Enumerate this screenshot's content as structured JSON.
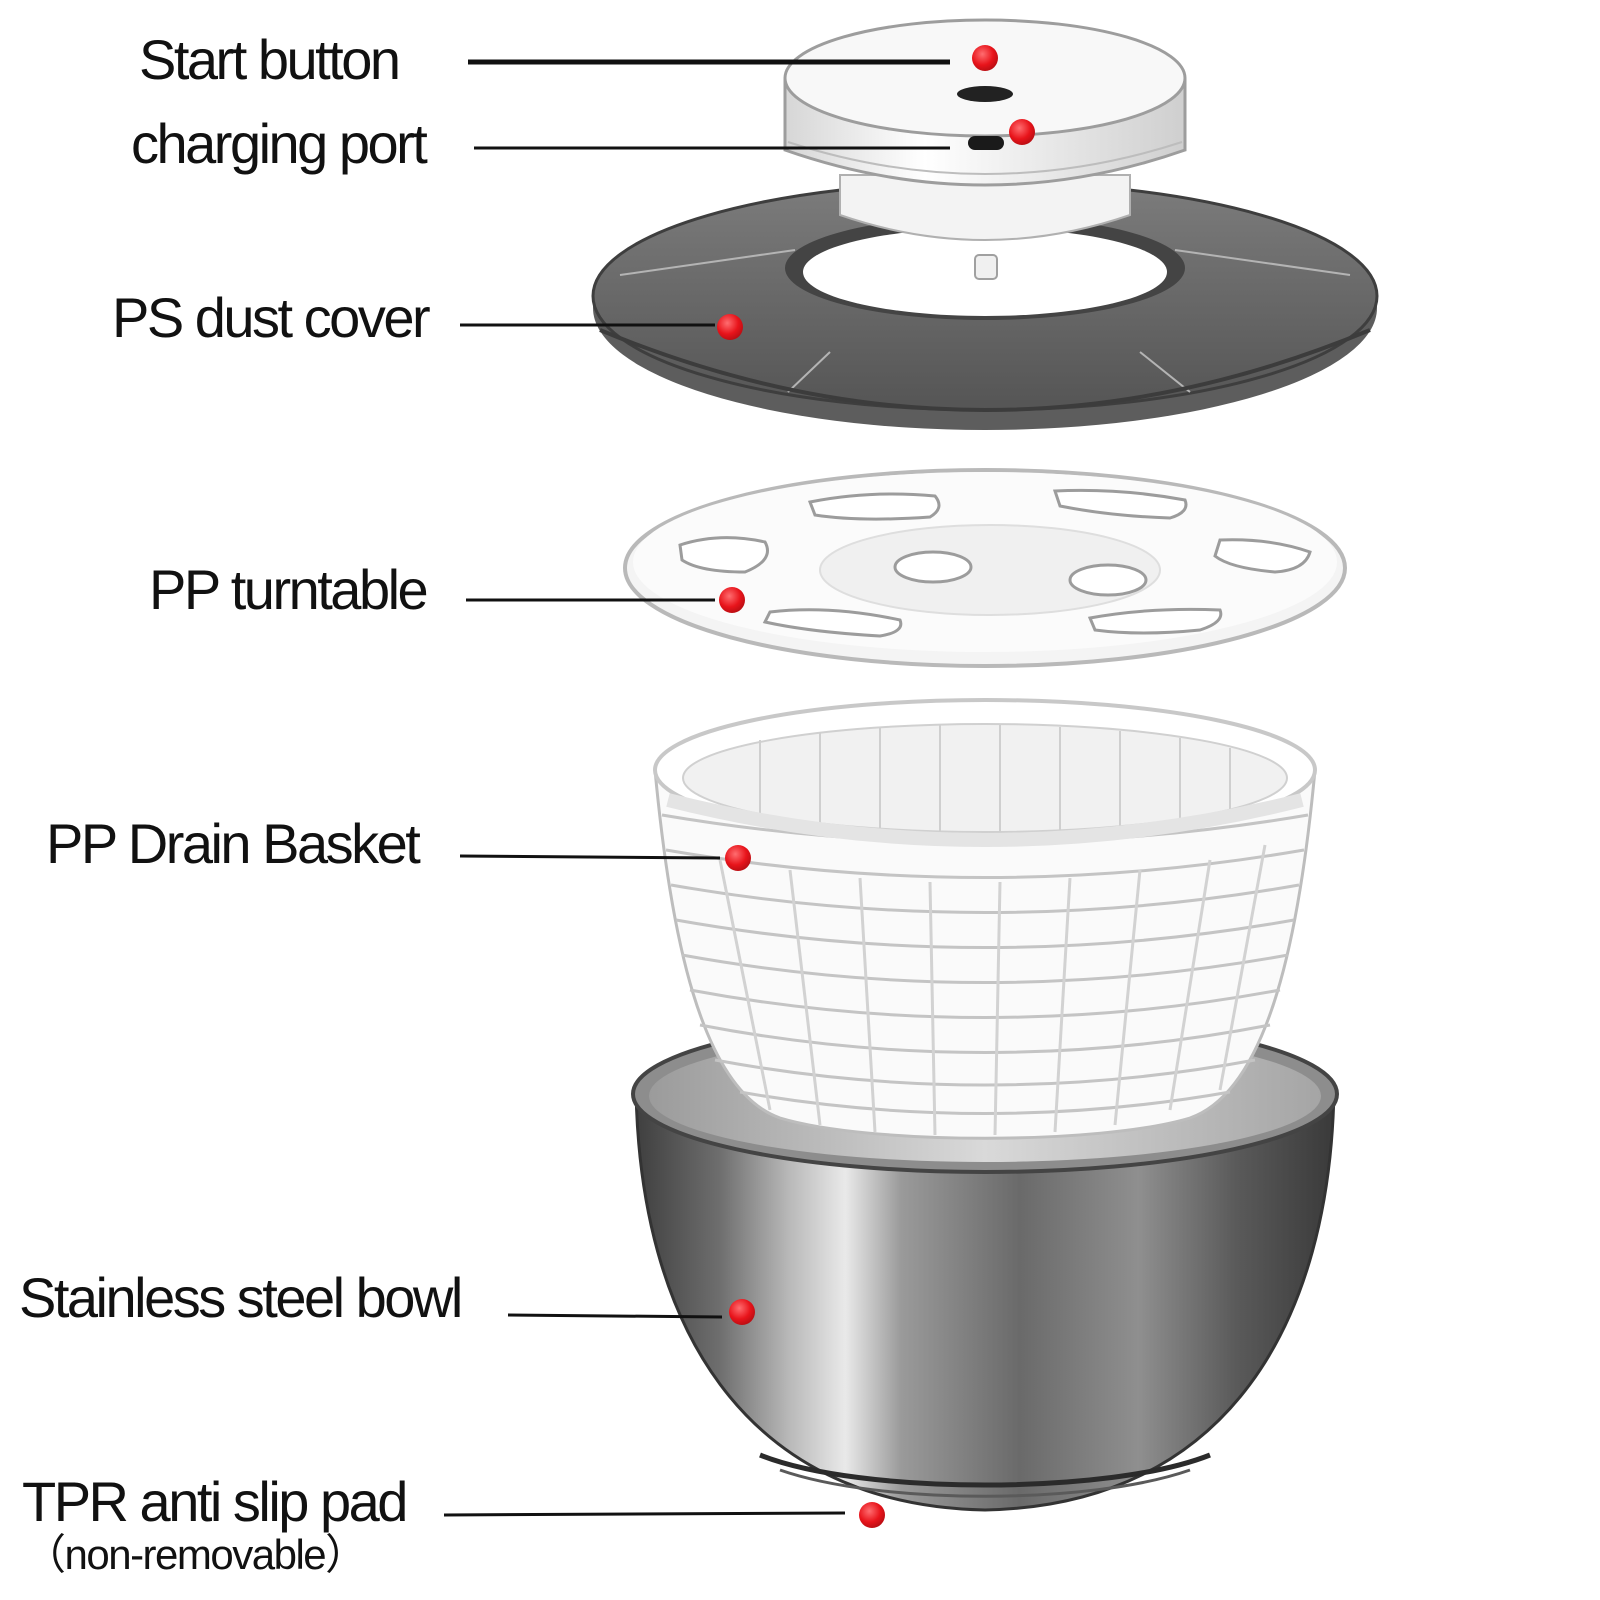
{
  "callouts": [
    {
      "id": "start-button",
      "label": "Start button"
    },
    {
      "id": "charging-port",
      "label": "charging port"
    },
    {
      "id": "dust-cover",
      "label": "PS dust cover"
    },
    {
      "id": "turntable",
      "label": "PP turntable"
    },
    {
      "id": "drain-basket",
      "label": "PP Drain Basket"
    },
    {
      "id": "steel-bowl",
      "label": "Stainless steel bowl"
    },
    {
      "id": "anti-slip-pad",
      "label": "TPR anti slip pad",
      "note": "（non-removable）"
    }
  ],
  "colors": {
    "marker": "#e8141b",
    "leader_line": "#111111",
    "dust_cover": "#6b6b6b",
    "steel": "#8a8a8a",
    "plastic_white": "#f7f7f7"
  }
}
